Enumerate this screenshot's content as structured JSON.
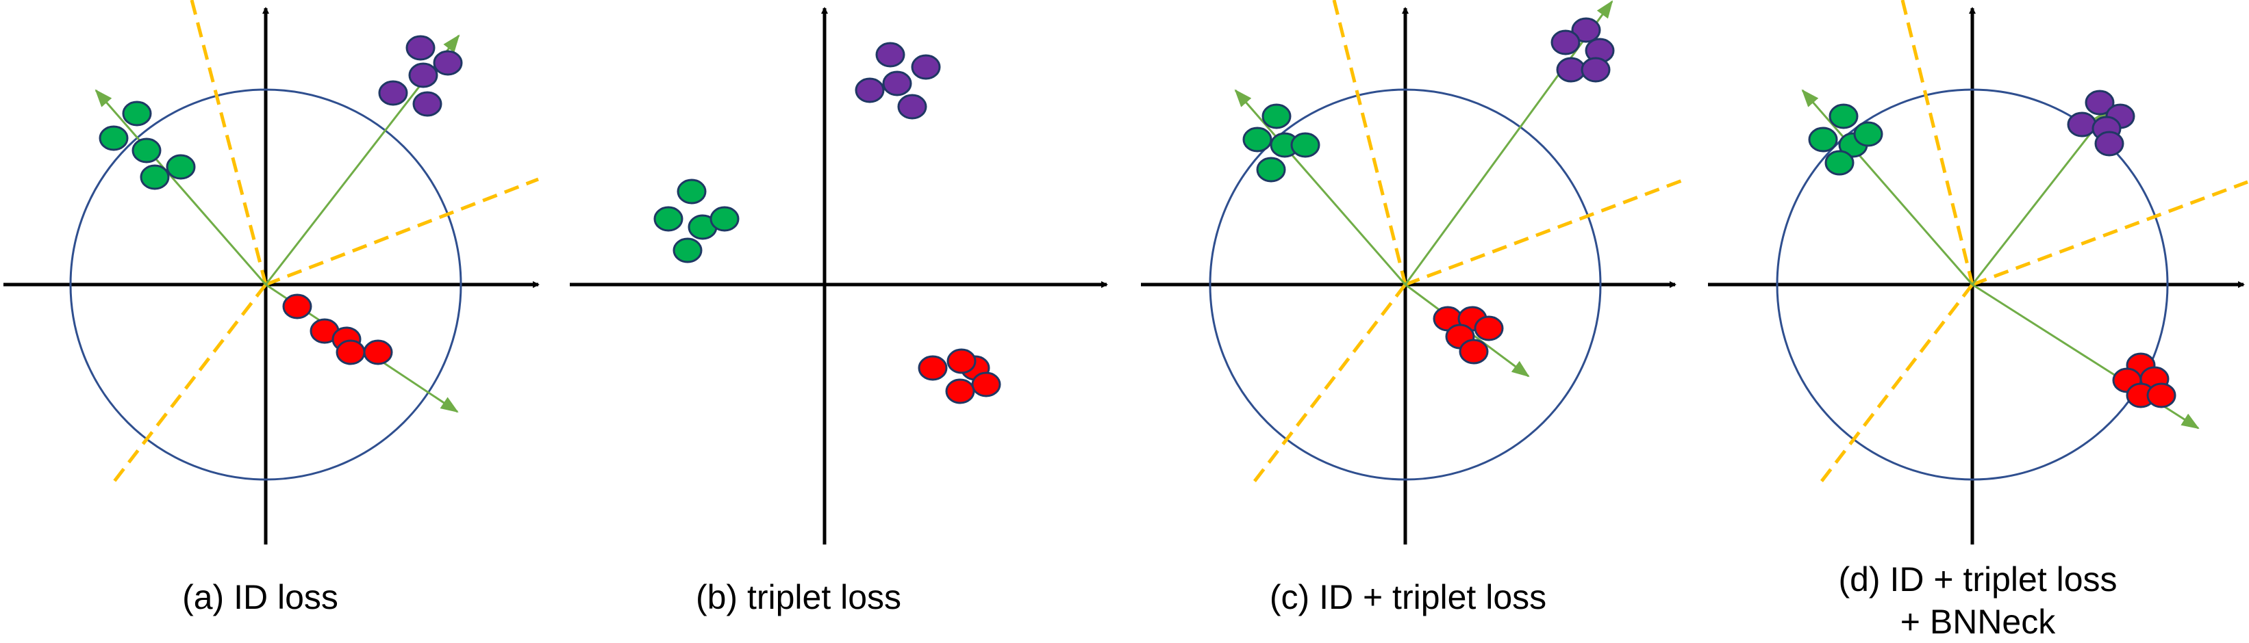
{
  "colors": {
    "axis": "#000000",
    "circle": "#2f4f8f",
    "arrow": "#70ad47",
    "boundary": "#ffc000",
    "green": "#00b050",
    "purple": "#7030a0",
    "red": "#ff0000",
    "outline": "#1f3864"
  },
  "panels": [
    {
      "id": "a",
      "caption_lines": [
        "(a) ID loss"
      ]
    },
    {
      "id": "b",
      "caption_lines": [
        "(b) triplet loss"
      ]
    },
    {
      "id": "c",
      "caption_lines": [
        "(c) ID + triplet loss"
      ]
    },
    {
      "id": "d",
      "caption_lines": [
        "(d) ID + triplet loss",
        "+ BNNeck"
      ]
    }
  ]
}
